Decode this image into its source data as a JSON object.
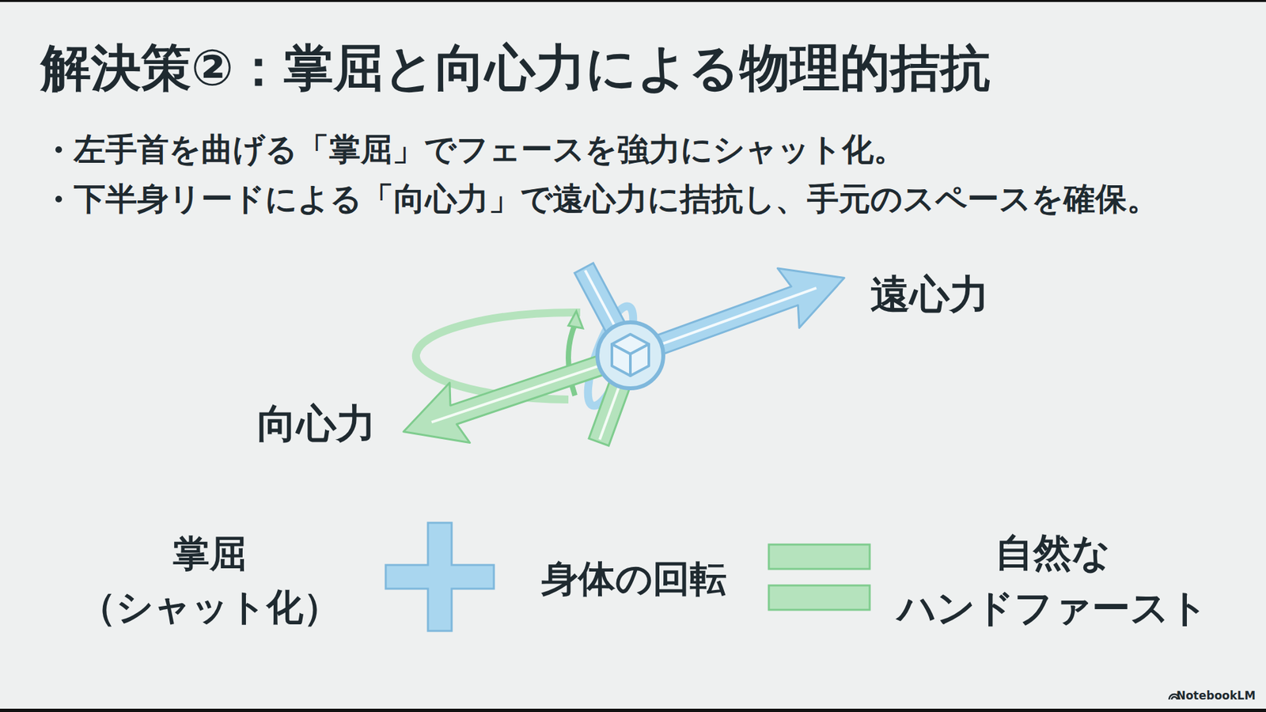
{
  "diagram": {
    "title": "解決策②：掌屈と向心力による物理的拮抗",
    "labels": [
      "左手首を曲げる「掌屈」でフェースを強力にシャット化。",
      "下半身リードによる「向心力」で遠心力に拮抗し、手元のスペースを確保。",
      "遠心力",
      "向心力",
      "掌屈 （シャット化）",
      "身体の回転",
      "自然な ハンドファースト",
      "NotebookLM"
    ]
  }
}
